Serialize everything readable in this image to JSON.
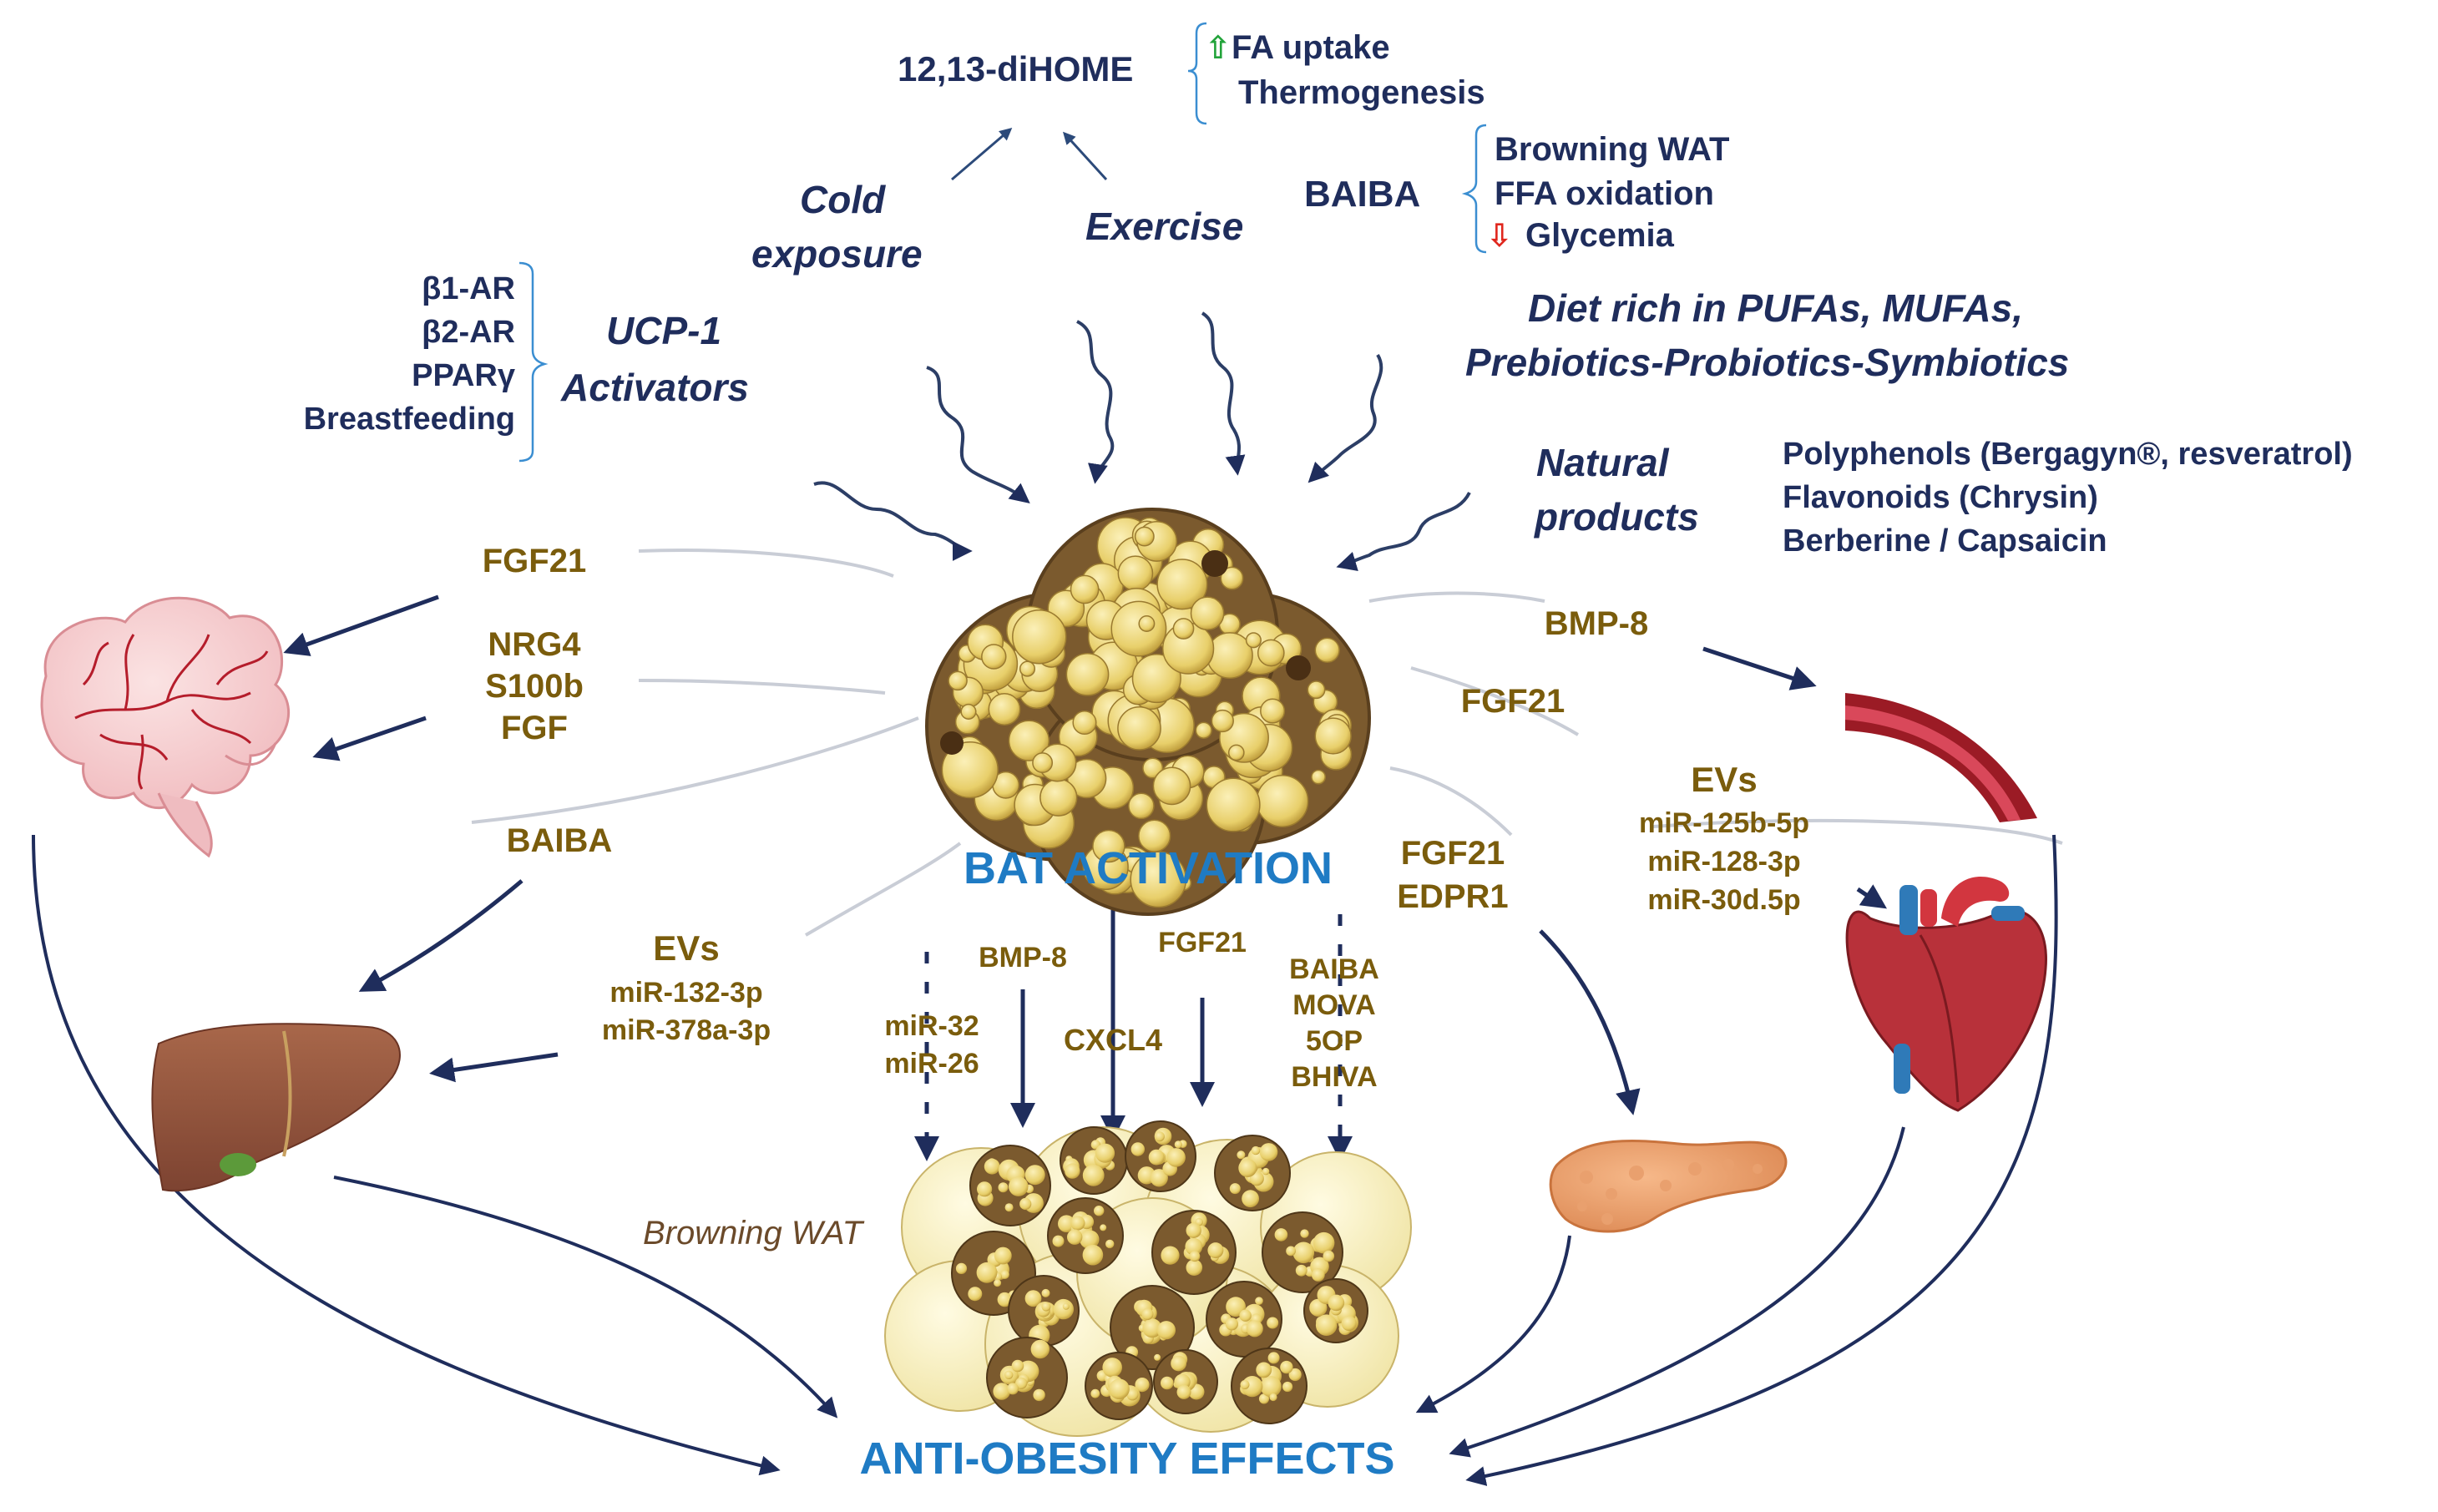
{
  "top": {
    "diHOME": "12,13-diHOME",
    "diHOME_effects": [
      "FA uptake",
      "Thermogenesis"
    ],
    "up_arrow": "⇧",
    "cold": [
      "Cold",
      "exposure"
    ],
    "exercise": "Exercise",
    "baiba": "BAIBA",
    "baiba_effects": [
      "Browning WAT",
      "FFA oxidation",
      "Glycemia"
    ],
    "down_arrow": "⇩",
    "diet": [
      "Diet rich in PUFAs, MUFAs,",
      "Prebiotics-Probiotics-Symbiotics"
    ],
    "natural": [
      "Natural",
      "products"
    ],
    "natural_list": [
      "Polyphenols (Bergagyn®, resveratrol)",
      "Flavonoids (Chrysin)",
      "Berberine / Capsaicin"
    ]
  },
  "ucp": {
    "list": [
      "β1-AR",
      "β2-AR",
      "PPARγ",
      "Breastfeeding"
    ],
    "label": [
      "UCP-1",
      "Activators"
    ]
  },
  "left": {
    "fgf21": "FGF21",
    "nrg": [
      "NRG4",
      "S100b",
      "FGF"
    ],
    "baiba": "BAIBA",
    "evs": "EVs",
    "evs_list": [
      "miR-132-3p",
      "miR-378a-3p"
    ]
  },
  "center": {
    "bat": "BAT ACTIVATION",
    "bmp8": "BMP-8",
    "mir": [
      "miR-32",
      "miR-26"
    ],
    "cxcl4": "CXCL4",
    "fgf21": "FGF21",
    "metabolites": [
      "BAIBA",
      "MOVA",
      "5OP",
      "BHIVA"
    ],
    "browning": "Browning WAT",
    "anti": "ANTI-OBESITY EFFECTS"
  },
  "right": {
    "bmp8": "BMP-8",
    "fgf21": "FGF21",
    "evs": "EVs",
    "evs_list": [
      "miR-125b-5p",
      "miR-128-3p",
      "miR-30d.5p"
    ],
    "fgf_edpr": [
      "FGF21",
      "EDPR1"
    ]
  },
  "colors": {
    "navy": "#1f2d5c",
    "olive": "#7a5c0c",
    "accent_blue": "#1f7bc4",
    "bat_brown": "#7b5a2e",
    "fat_yellow": "#e8cf6a"
  }
}
